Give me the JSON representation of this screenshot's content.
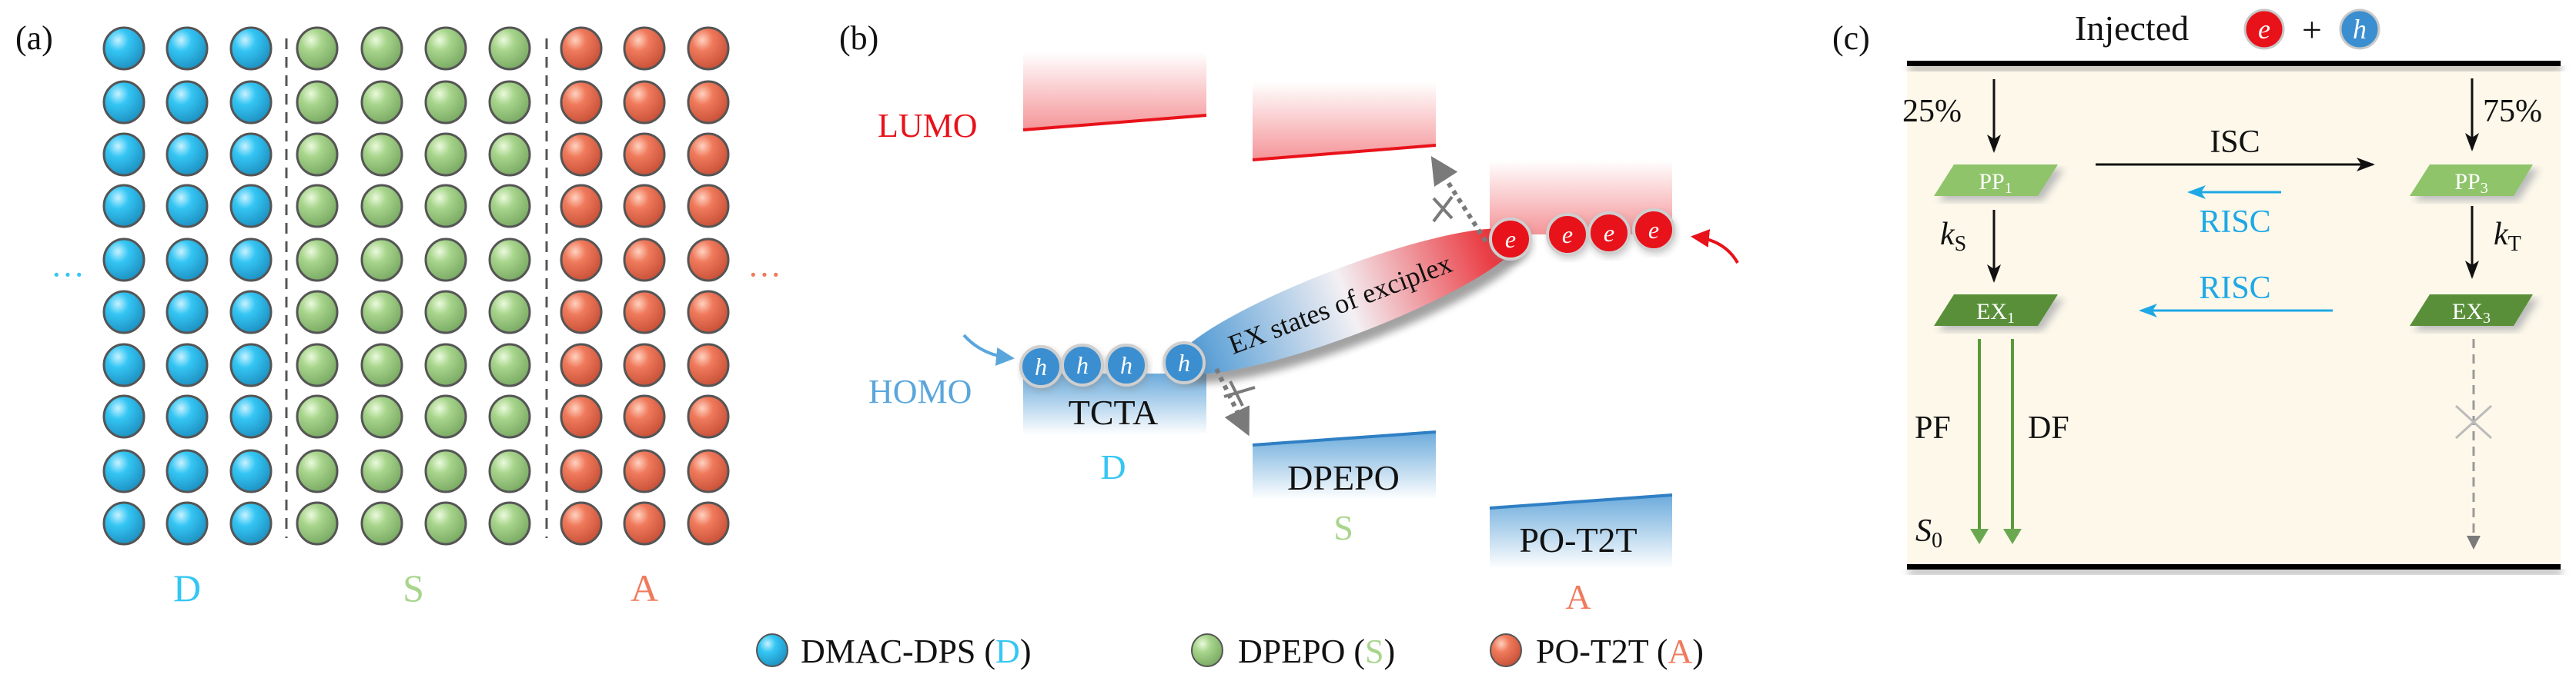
{
  "panel_a": {
    "label": "(a)",
    "groups": [
      {
        "key": "D",
        "label": "D",
        "columns": 3,
        "color": "#35c6f4"
      },
      {
        "key": "S",
        "label": "S",
        "columns": 4,
        "color": "#a8d58c"
      },
      {
        "key": "A",
        "label": "A",
        "columns": 3,
        "color": "#f07a5c"
      }
    ],
    "rows": 10,
    "ellipsis_left": "···",
    "ellipsis_right": "···"
  },
  "panel_b": {
    "label": "(b)",
    "lumo": "LUMO",
    "homo": "HOMO",
    "materials": [
      {
        "name": "TCTA",
        "role": "D"
      },
      {
        "name": "DPEPO",
        "role": "S"
      },
      {
        "name": "PO-T2T",
        "role": "A"
      }
    ],
    "hole_symbol": "h",
    "electron_symbol": "e",
    "exciplex_label": "EX states of exciplex",
    "colors": {
      "lumo": "#e8121a",
      "homo": "#5aa6dc",
      "hole": "#3b8fd0",
      "electron": "#e8121a"
    }
  },
  "legend": [
    {
      "name": "DMAC-DPS",
      "role": "D",
      "color": "#35c6f4"
    },
    {
      "name": "DPEPO",
      "role": "S",
      "color": "#a8d58c"
    },
    {
      "name": "PO-T2T",
      "role": "A",
      "color": "#f07a5c"
    }
  ],
  "role_colors": {
    "D": "#35c6f4",
    "S": "#a8d58c",
    "A": "#f07a5c"
  },
  "panel_c": {
    "label": "(c)",
    "title": "Injected",
    "e": "e",
    "plus": "+",
    "h": "h",
    "singlet_pct": "25%",
    "triplet_pct": "75%",
    "isc": "ISC",
    "risc_1": "RISC",
    "risc_2": "RISC",
    "pp1": {
      "main": "PP",
      "sub": "1"
    },
    "pp3": {
      "main": "PP",
      "sub": "3"
    },
    "ex1": {
      "main": "EX",
      "sub": "1"
    },
    "ex3": {
      "main": "EX",
      "sub": "3"
    },
    "ks": {
      "main": "k",
      "sub": "S"
    },
    "kt": {
      "main": "k",
      "sub": "T"
    },
    "pf": "PF",
    "df": "DF",
    "s0": {
      "main": "S",
      "sub": "0"
    },
    "colors": {
      "pp": "#8fc46a",
      "ex": "#5a8f3a",
      "risc": "#1ea8e6",
      "background": "#fdf8ea"
    }
  }
}
